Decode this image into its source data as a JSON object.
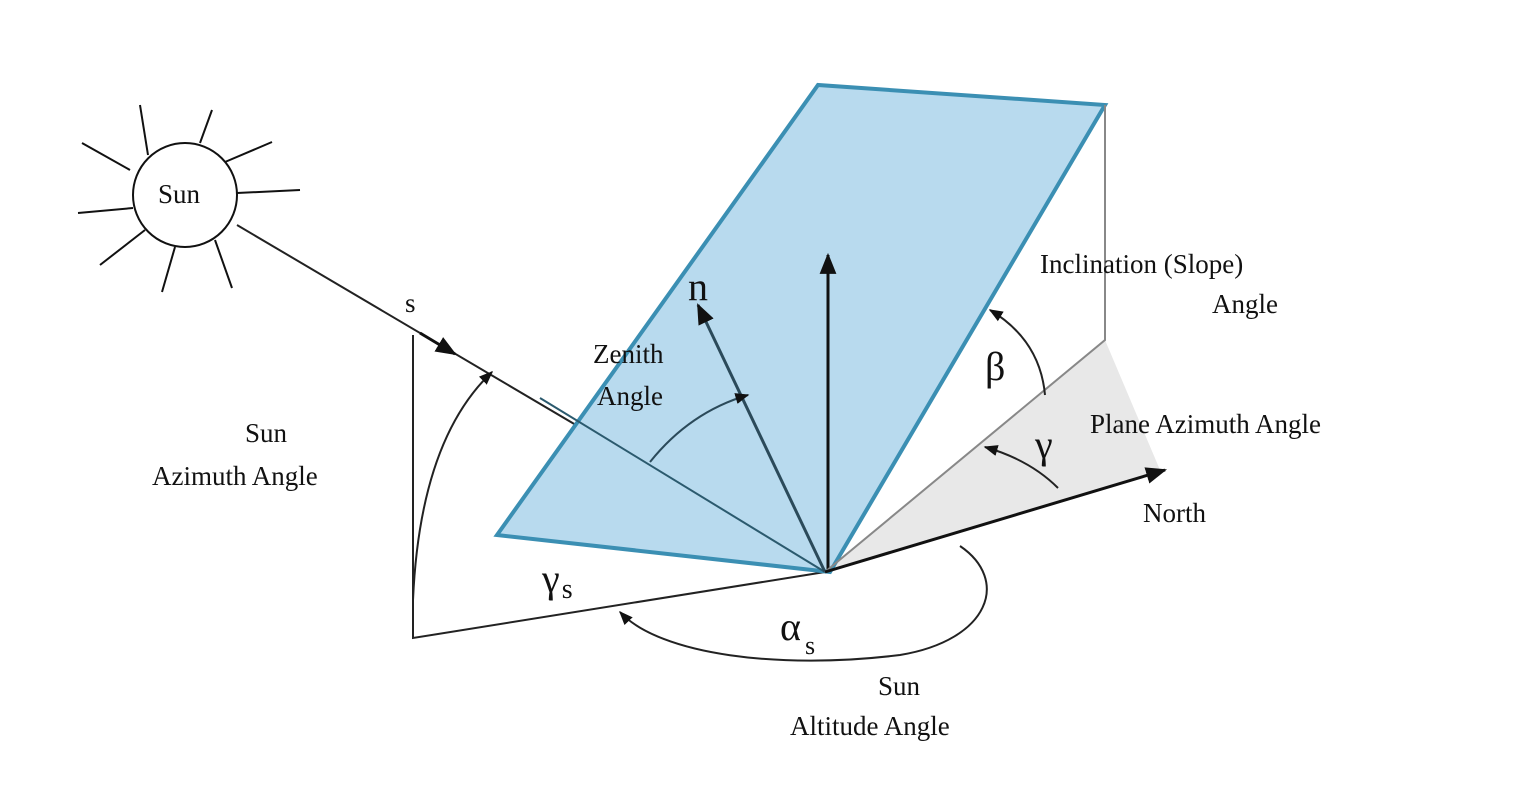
{
  "labels": {
    "sun": "Sun",
    "s": "s",
    "n": "n",
    "zenith_1": "Zenith",
    "zenith_2": "Angle",
    "sun_azimuth_1": "Sun",
    "sun_azimuth_2": "Azimuth Angle",
    "inclination_1": "Inclination (Slope)",
    "inclination_2": "Angle",
    "beta": "β",
    "gamma": "γ",
    "plane_azimuth": "Plane Azimuth Angle",
    "north": "North",
    "gamma_s": "γ",
    "gamma_s_sub": "s",
    "alpha_s": "α",
    "alpha_s_sub": "s",
    "sun_altitude_1": "Sun",
    "sun_altitude_2": "Altitude Angle"
  },
  "colors": {
    "panel_fill": "#b8daee",
    "panel_stroke": "#3b8fb3",
    "shadow": "#e6e6e6"
  }
}
